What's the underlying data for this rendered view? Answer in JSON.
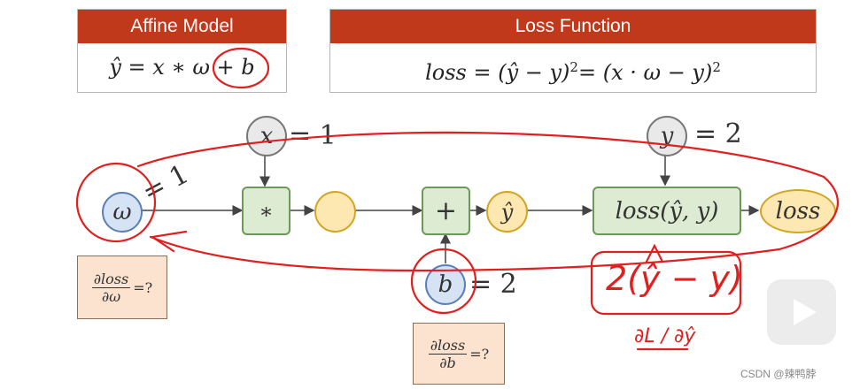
{
  "affine_box": {
    "title": "Affine Model",
    "formula": "ŷ = x ∗ ω + b"
  },
  "loss_box": {
    "title": "Loss Function",
    "formula_left": "loss = (ŷ − y)",
    "formula_sup1": "2",
    "formula_mid": "= (x · ω − y)",
    "formula_sup2": "2"
  },
  "graph": {
    "x_var": "x",
    "x_value": "= 1",
    "w_var": "ω",
    "w_value": "= 1",
    "mul_op": "∗",
    "add_op": "+",
    "yhat_var": "ŷ",
    "b_var": "b",
    "b_value": "= 2",
    "y_var": "y",
    "y_value": "= 2",
    "loss_fn": "loss(ŷ, y)",
    "loss_out": "loss"
  },
  "grad_w": {
    "num": "∂loss",
    "den": "∂ω",
    "tail": "=?"
  },
  "grad_b": {
    "num": "∂loss",
    "den": "∂b",
    "tail": "=?"
  },
  "annotations": {
    "derivative_expr": "2(ŷ − y)",
    "partial_note": "∂L / ∂ŷ"
  },
  "watermark": "CSDN @辣鸭脖",
  "colors": {
    "header_red": "#c0391b",
    "pen_red": "#e0201f",
    "node_blue": "#d5e3f5",
    "node_green": "#dcebd1",
    "node_yellow": "#fde8b1",
    "grad_box": "#fbe3cf"
  }
}
